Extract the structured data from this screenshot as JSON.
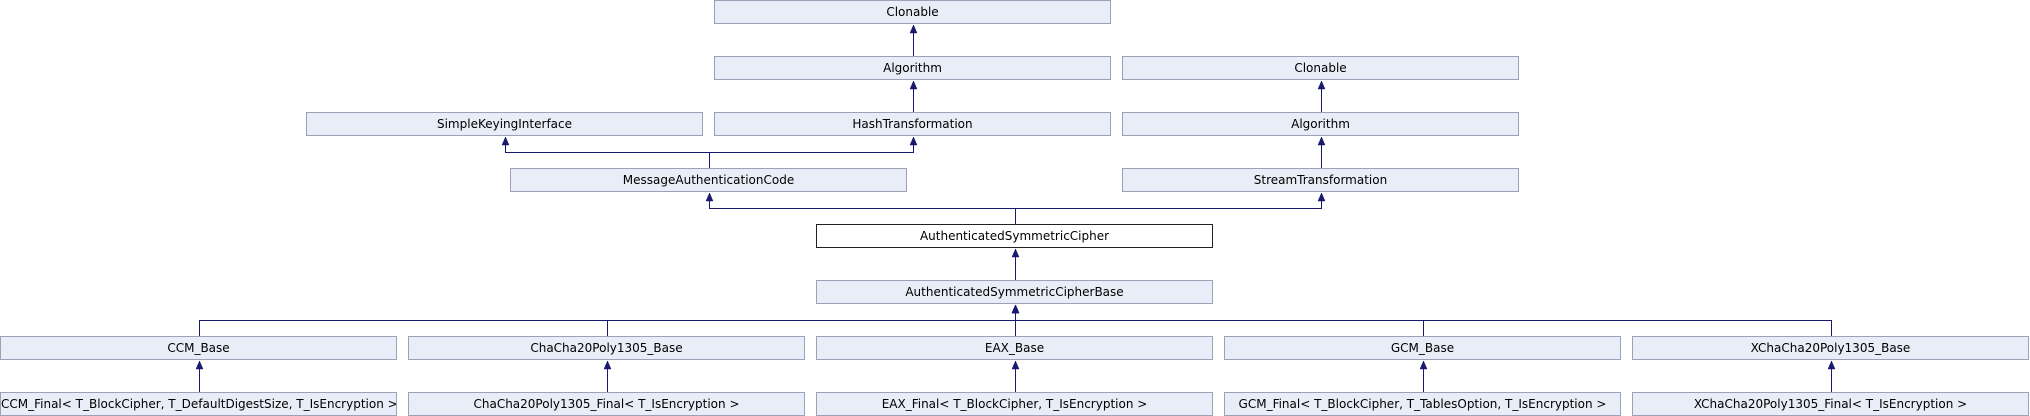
{
  "diagram": {
    "nodes": {
      "clonable_a": "Clonable",
      "algorithm_a": "Algorithm",
      "clonable_b": "Clonable",
      "simple_keying": "SimpleKeyingInterface",
      "hash_transformation": "HashTransformation",
      "algorithm_b": "Algorithm",
      "mac": "MessageAuthenticationCode",
      "stream_transformation": "StreamTransformation",
      "asc": "AuthenticatedSymmetricCipher",
      "asc_base": "AuthenticatedSymmetricCipherBase",
      "ccm_base": "CCM_Base",
      "chacha_base": "ChaCha20Poly1305_Base",
      "eax_base": "EAX_Base",
      "gcm_base": "GCM_Base",
      "xchacha_base": "XChaCha20Poly1305_Base",
      "ccm_final": "CCM_Final< T_BlockCipher, T_DefaultDigestSize, T_IsEncryption >",
      "chacha_final": "ChaCha20Poly1305_Final< T_IsEncryption >",
      "eax_final": "EAX_Final< T_BlockCipher, T_IsEncryption >",
      "gcm_final": "GCM_Final< T_BlockCipher, T_TablesOption, T_IsEncryption >",
      "xchacha_final": "XChaCha20Poly1305_Final< T_IsEncryption >"
    },
    "current_node": "asc",
    "edges": [
      {
        "from": "algorithm_a",
        "to": "clonable_a"
      },
      {
        "from": "hash_transformation",
        "to": "algorithm_a"
      },
      {
        "from": "algorithm_b",
        "to": "clonable_b"
      },
      {
        "from": "stream_transformation",
        "to": "algorithm_b"
      },
      {
        "from": "mac",
        "to": "simple_keying"
      },
      {
        "from": "mac",
        "to": "hash_transformation"
      },
      {
        "from": "asc",
        "to": "mac"
      },
      {
        "from": "asc",
        "to": "stream_transformation"
      },
      {
        "from": "asc_base",
        "to": "asc"
      },
      {
        "from": "ccm_base",
        "to": "asc_base"
      },
      {
        "from": "chacha_base",
        "to": "asc_base"
      },
      {
        "from": "eax_base",
        "to": "asc_base"
      },
      {
        "from": "gcm_base",
        "to": "asc_base"
      },
      {
        "from": "xchacha_base",
        "to": "asc_base"
      },
      {
        "from": "ccm_final",
        "to": "ccm_base"
      },
      {
        "from": "chacha_final",
        "to": "chacha_base"
      },
      {
        "from": "eax_final",
        "to": "eax_base"
      },
      {
        "from": "gcm_final",
        "to": "gcm_base"
      },
      {
        "from": "xchacha_final",
        "to": "xchacha_base"
      }
    ],
    "colors": {
      "edge": "#191970",
      "node_fill": "#e8edf7",
      "node_border": "#9ea0b8",
      "current_border": "#222222"
    }
  }
}
